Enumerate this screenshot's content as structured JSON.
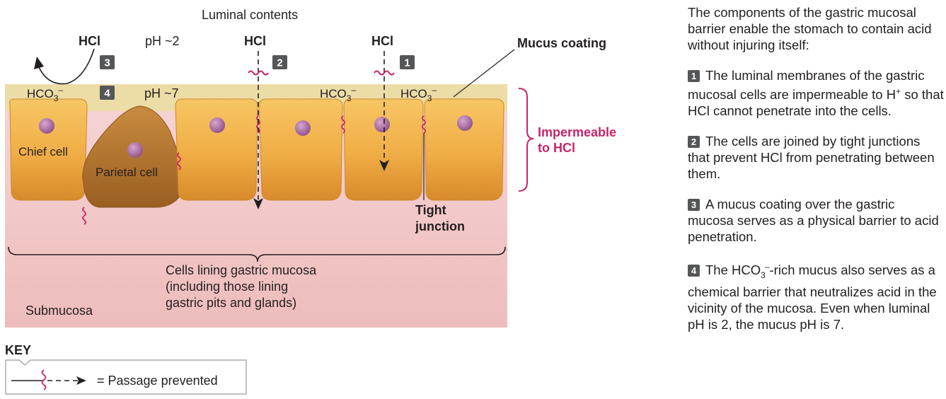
{
  "diagram": {
    "luminal_contents": "Luminal contents",
    "hcl": "HCl",
    "ph_lumen": "pH ~2",
    "ph_mucus": "pH ~7",
    "hco3": "HCO",
    "hco3_sub": "3",
    "hco3_sup": "–",
    "mucus_coating": "Mucus coating",
    "impermeable_line1": "Impermeable",
    "impermeable_line2": "to HCl",
    "chief_cell": "Chief cell",
    "parietal_cell": "Parietal cell",
    "tight_line1": "Tight",
    "tight_line2": "junction",
    "cells_lining_line1": "Cells lining gastric mucosa",
    "cells_lining_line2": "(including those lining",
    "cells_lining_line3": "gastric pits and glands)",
    "submucosa": "Submucosa",
    "badges": [
      "1",
      "2",
      "3",
      "4"
    ],
    "colors": {
      "mucus": "#ecdca6",
      "cell": "#f2b24a",
      "parietal": "#b8752e",
      "nucleus": "#a3659b",
      "junction": "#c8246a",
      "submucosa": "#f3c9c9",
      "badge": "#555657"
    }
  },
  "key": {
    "title": "KEY",
    "text": "= Passage prevented"
  },
  "panel": {
    "intro": "The components of the gastric mucosal barrier enable the stomach to contain acid without injuring itself:",
    "item1_num": "1",
    "item1_a": "The luminal membranes of the gastric mucosal cells are impermeable to H",
    "item1_sup": "+",
    "item1_b": " so that HCl cannot penetrate into the cells.",
    "item2_num": "2",
    "item2": "The cells are joined by tight junctions that prevent HCl from penetrating between them.",
    "item3_num": "3",
    "item3": "A mucus coating over the gastric mucosa serves as a physical barrier to acid penetration.",
    "item4_num": "4",
    "item4_a": "The HCO",
    "item4_sub": "3",
    "item4_sup": "–",
    "item4_b": "-rich mucus also serves as a chemical barrier that neutralizes acid in the vicinity of the mucosa. Even when luminal pH is 2, the mucus pH is 7."
  }
}
